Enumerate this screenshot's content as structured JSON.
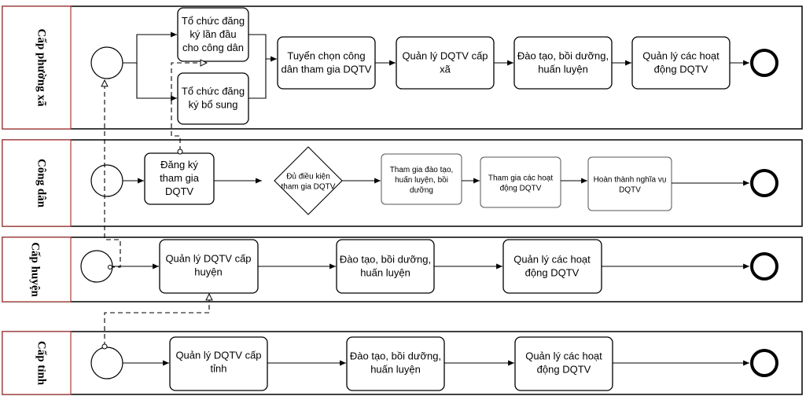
{
  "lanes": [
    {
      "id": "phuong",
      "title": "Cấp phường xã",
      "tasks": [
        {
          "id": "p1",
          "label": "Tổ chức đăng ký lần đầu cho công dân"
        },
        {
          "id": "p2",
          "label": "Tổ chức đăng ký bổ sung"
        },
        {
          "id": "p3",
          "label": "Tuyển chọn công dân tham gia DQTV"
        },
        {
          "id": "p4",
          "label": "Quản lý DQTV cấp xã"
        },
        {
          "id": "p5",
          "label": "Đào tạo, bồi dưỡng, huấn luyện"
        },
        {
          "id": "p6",
          "label": "Quản lý các hoạt động DQTV"
        }
      ]
    },
    {
      "id": "congdan",
      "title": "Công dân",
      "tasks": [
        {
          "id": "c1",
          "label": "Đăng ký tham gia DQTV"
        },
        {
          "id": "c2",
          "label": "Đủ điều kiện tham gia DQTV"
        },
        {
          "id": "c3",
          "label": "Tham gia đào tạo, huấn luyện, bồi dưỡng"
        },
        {
          "id": "c4",
          "label": "Tham gia các hoạt động DQTV"
        },
        {
          "id": "c5",
          "label": "Hoàn thành nghĩa vụ DQTV"
        }
      ]
    },
    {
      "id": "huyen",
      "title": "Cấp huyện",
      "tasks": [
        {
          "id": "h1",
          "label": "Quản lý DQTV cấp huyện"
        },
        {
          "id": "h2",
          "label": "Đào tạo, bồi dưỡng, huấn luyện"
        },
        {
          "id": "h3",
          "label": "Quản lý các hoạt động DQTV"
        }
      ]
    },
    {
      "id": "tinh",
      "title": "Cấp tỉnh",
      "tasks": [
        {
          "id": "t1",
          "label": "Quản lý DQTV cấp tỉnh"
        },
        {
          "id": "t2",
          "label": "Đào tạo, bồi dưỡng, huấn luyện"
        },
        {
          "id": "t3",
          "label": "Quản lý các hoạt động DQTV"
        }
      ]
    }
  ]
}
